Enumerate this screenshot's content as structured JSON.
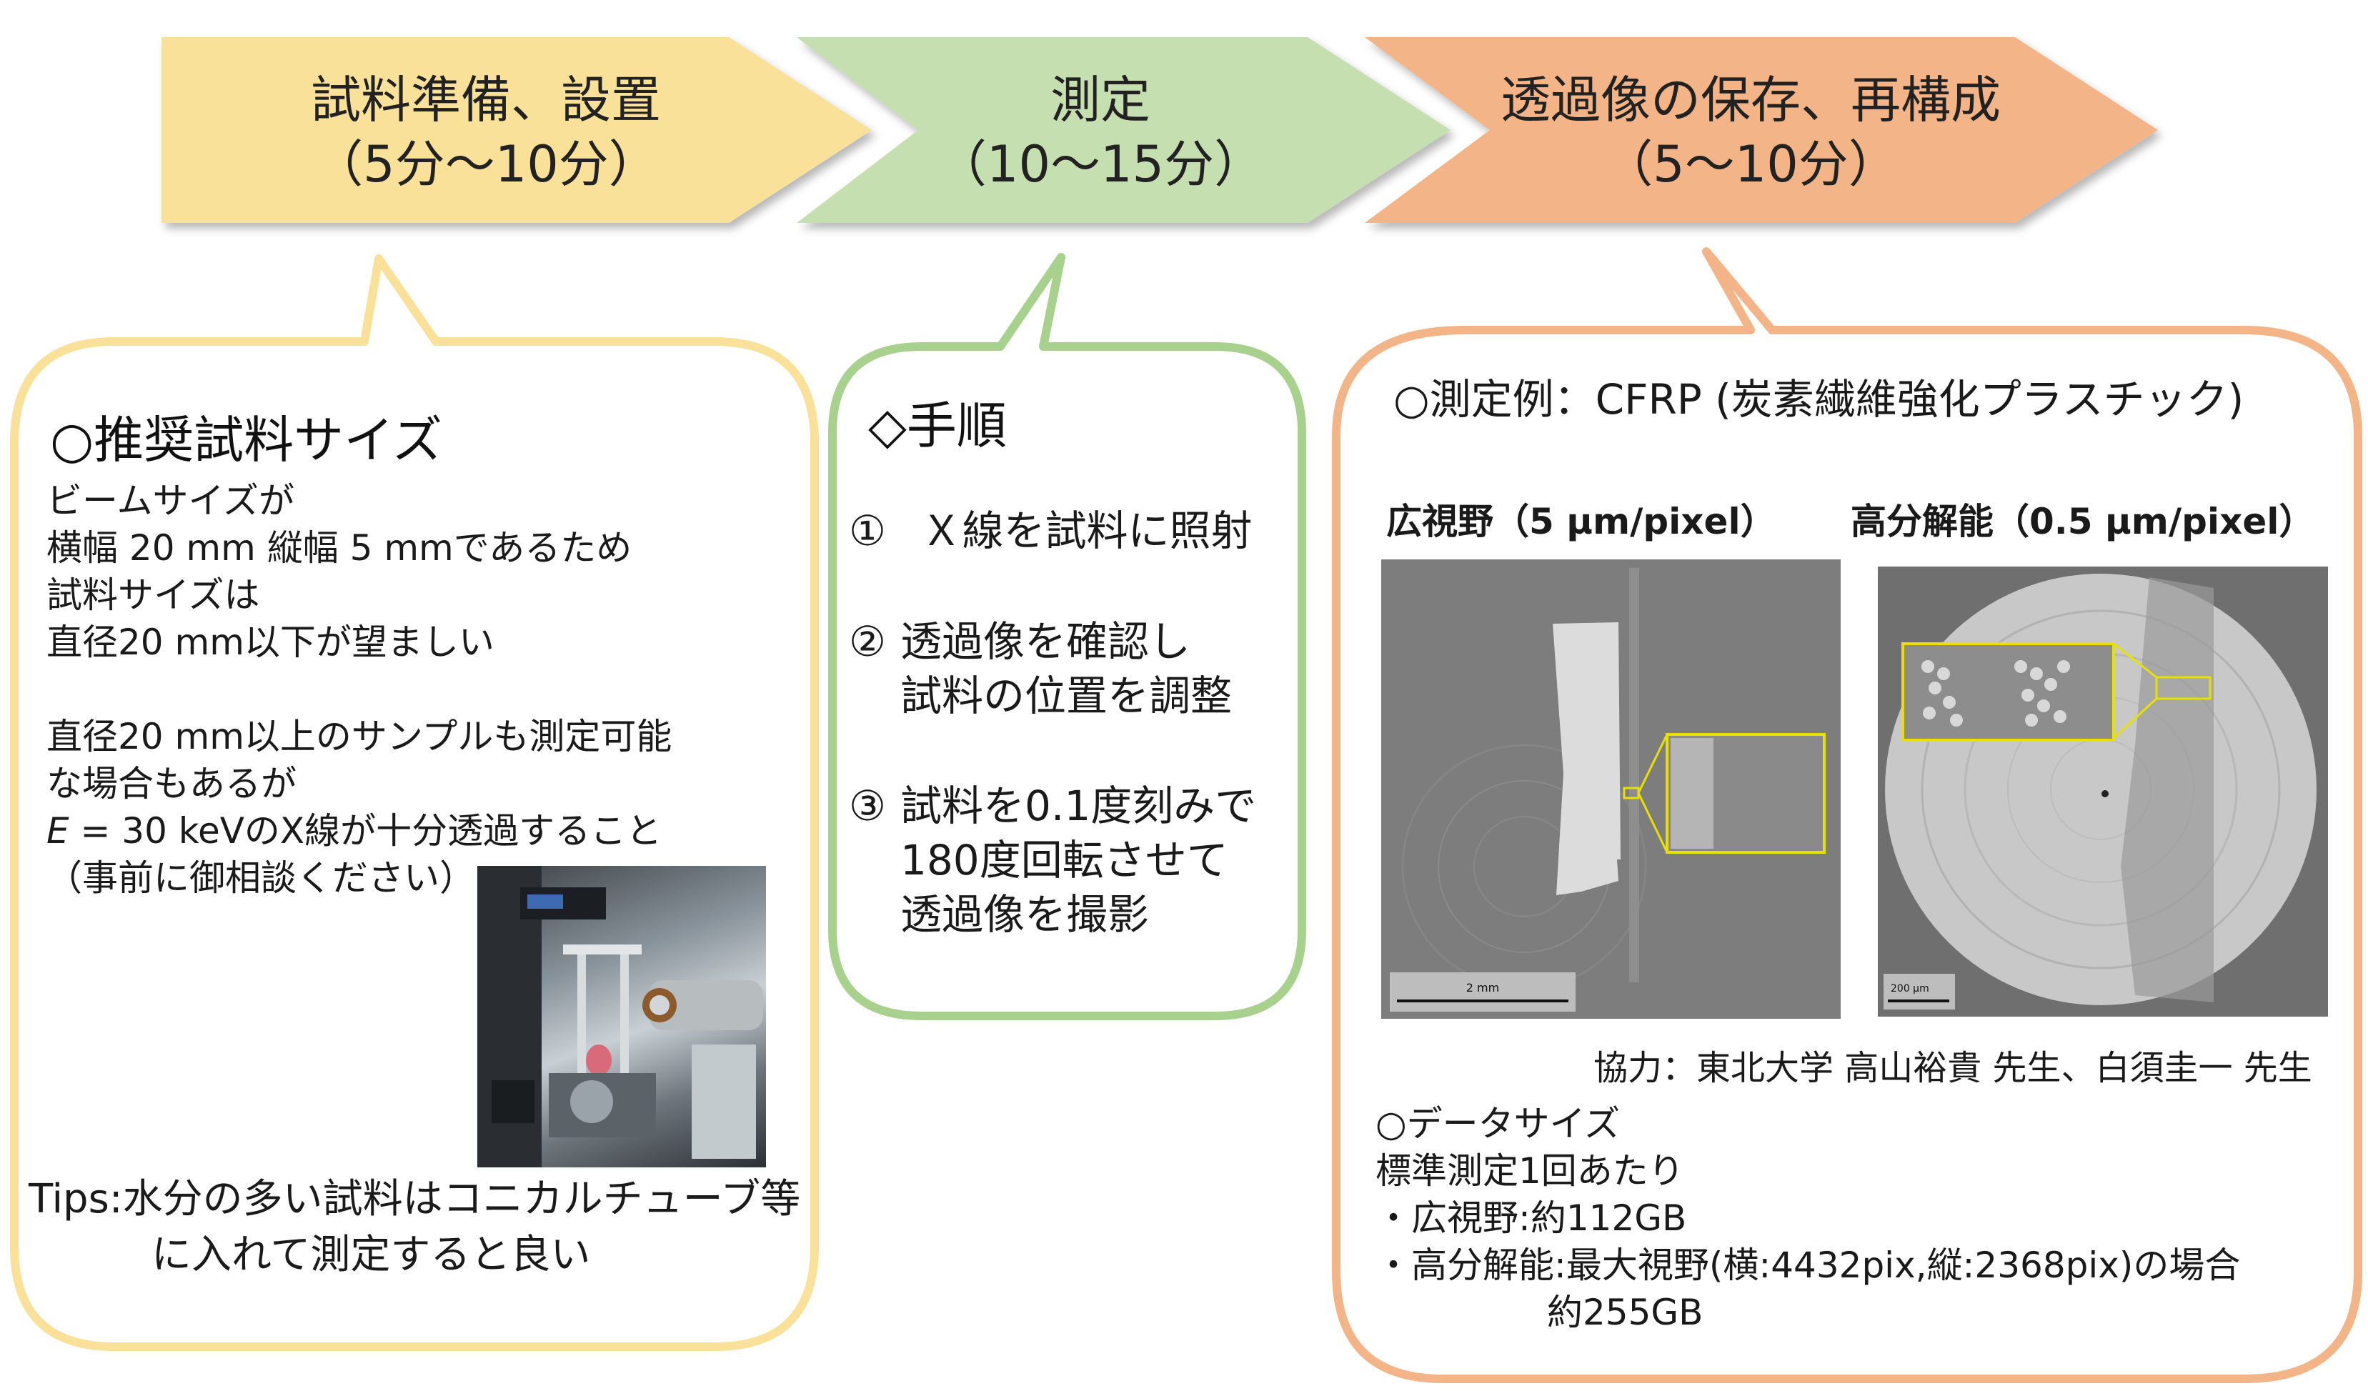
{
  "flow": {
    "steps": [
      {
        "title": "試料準備、設置",
        "duration": "（5分～10分）",
        "color": "#FAE19A"
      },
      {
        "title": "測定",
        "duration": "（10～15分）",
        "color": "#C6DFB0"
      },
      {
        "title": "透過像の保存、再構成",
        "duration": "（5～10分）",
        "color": "#F3B587"
      }
    ]
  },
  "recommended": {
    "heading": "○推奨試料サイズ",
    "lines": [
      "ビームサイズが",
      "横幅 20 mm 縦幅 5 mmであるため",
      "試料サイズは",
      "直径20 mm以下が望ましい",
      "",
      "直径20 mm以上のサンプルも測定可能",
      "な場合もあるが"
    ],
    "energy_symbol": "E",
    "energy_rest": " = 30 keVのX線が十分透過すること",
    "note": "（事前に御相談ください）",
    "tips_line1": "Tips:水分の多い試料はコニカルチューブ等",
    "tips_line2": "に入れて測定すると良い",
    "border_color": "#FAE19A"
  },
  "procedure": {
    "heading": "◇手順",
    "steps": [
      {
        "num": "①",
        "lines": [
          "Ｘ線を試料に照射"
        ]
      },
      {
        "num": "②",
        "lines": [
          "透過像を確認し",
          "試料の位置を調整"
        ]
      },
      {
        "num": "③",
        "lines": [
          "試料を0.1度刻みで",
          "180度回転させて",
          "透過像を撮影"
        ]
      }
    ],
    "border_color": "#A9D18E"
  },
  "example": {
    "heading": "○測定例：CFRP (炭素繊維強化プラスチック)",
    "wide_label": "広視野（5 μm/pixel）",
    "high_label": "高分解能（0.5 μm/pixel）",
    "scale_wide": "2 mm",
    "scale_high": "200 μm",
    "credit": "協力：東北大学 高山裕貴 先生、白須圭一 先生",
    "data_heading": "○データサイズ",
    "data_lines": [
      "標準測定1回あたり",
      "・広視野:約112GB",
      "・高分解能:最大視野(横:4432pix,縦:2368pix)の場合",
      "約255GB"
    ],
    "border_color": "#F3B587"
  }
}
